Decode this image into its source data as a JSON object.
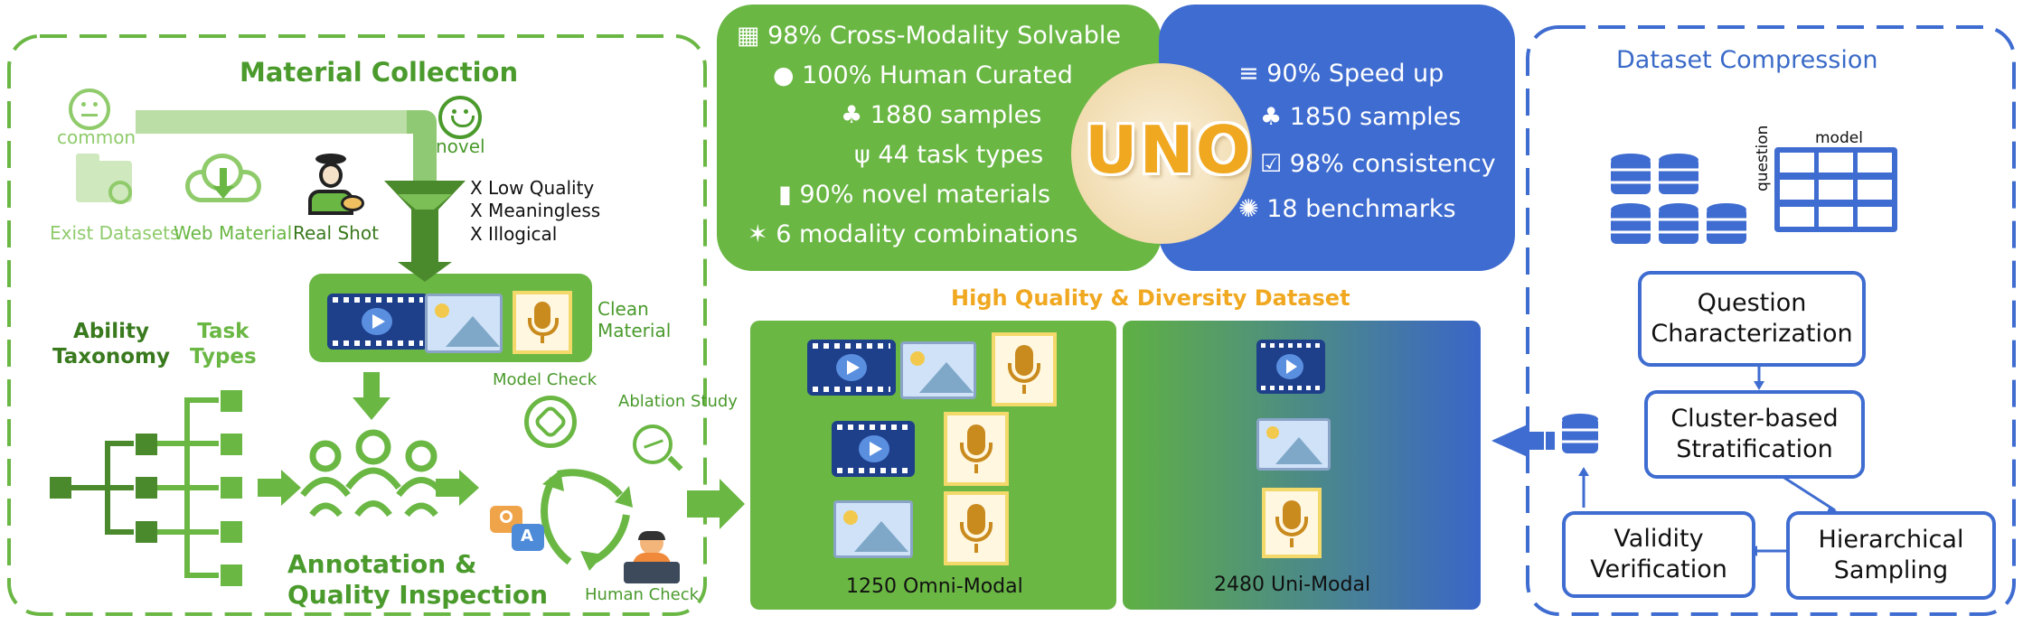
{
  "material_collection": {
    "title": "Material Collection",
    "common_label": "common",
    "novel_label": "novel",
    "sources": [
      "Exist Datasets",
      "Web Material",
      "Real Shot"
    ],
    "filters": [
      "X  Low Quality",
      "X  Meaningless",
      "X  Illogical"
    ],
    "clean_material_label": "Clean\nMaterial",
    "ability_taxonomy_label": "Ability\nTaxonomy",
    "task_types_label": "Task\nTypes",
    "annotation_label": "Annotation &\nQuality Inspection",
    "model_check_label": "Model Check",
    "ablation_study_label": "Ablation Study",
    "human_check_label": "Human Check"
  },
  "stats_green": [
    "98% Cross-Modality Solvable",
    "100% Human Curated",
    "1880 samples",
    "44 task types",
    "90% novel materials",
    "6 modality combinations"
  ],
  "stats_blue": [
    "90% Speed up",
    "1850 samples",
    "98% consistency",
    "18 benchmarks"
  ],
  "logo_text": "UNO",
  "dataset": {
    "title": "High Quality & Diversity Dataset",
    "omni_label": "1250 Omni-Modal",
    "uni_label": "2480 Uni-Modal"
  },
  "compression": {
    "title": "Dataset Compression",
    "model_label": "model",
    "question_label": "question",
    "steps": [
      "Question\nCharacterization",
      "Cluster-based\nStratification",
      "Hierarchical\nSampling",
      "Validity\nVerification"
    ]
  },
  "colors": {
    "green": "#6ab744",
    "dark_green": "#4a9a2c",
    "blue": "#3f6cd0",
    "orange": "#f0a820",
    "cream": "#f6e6c4"
  }
}
